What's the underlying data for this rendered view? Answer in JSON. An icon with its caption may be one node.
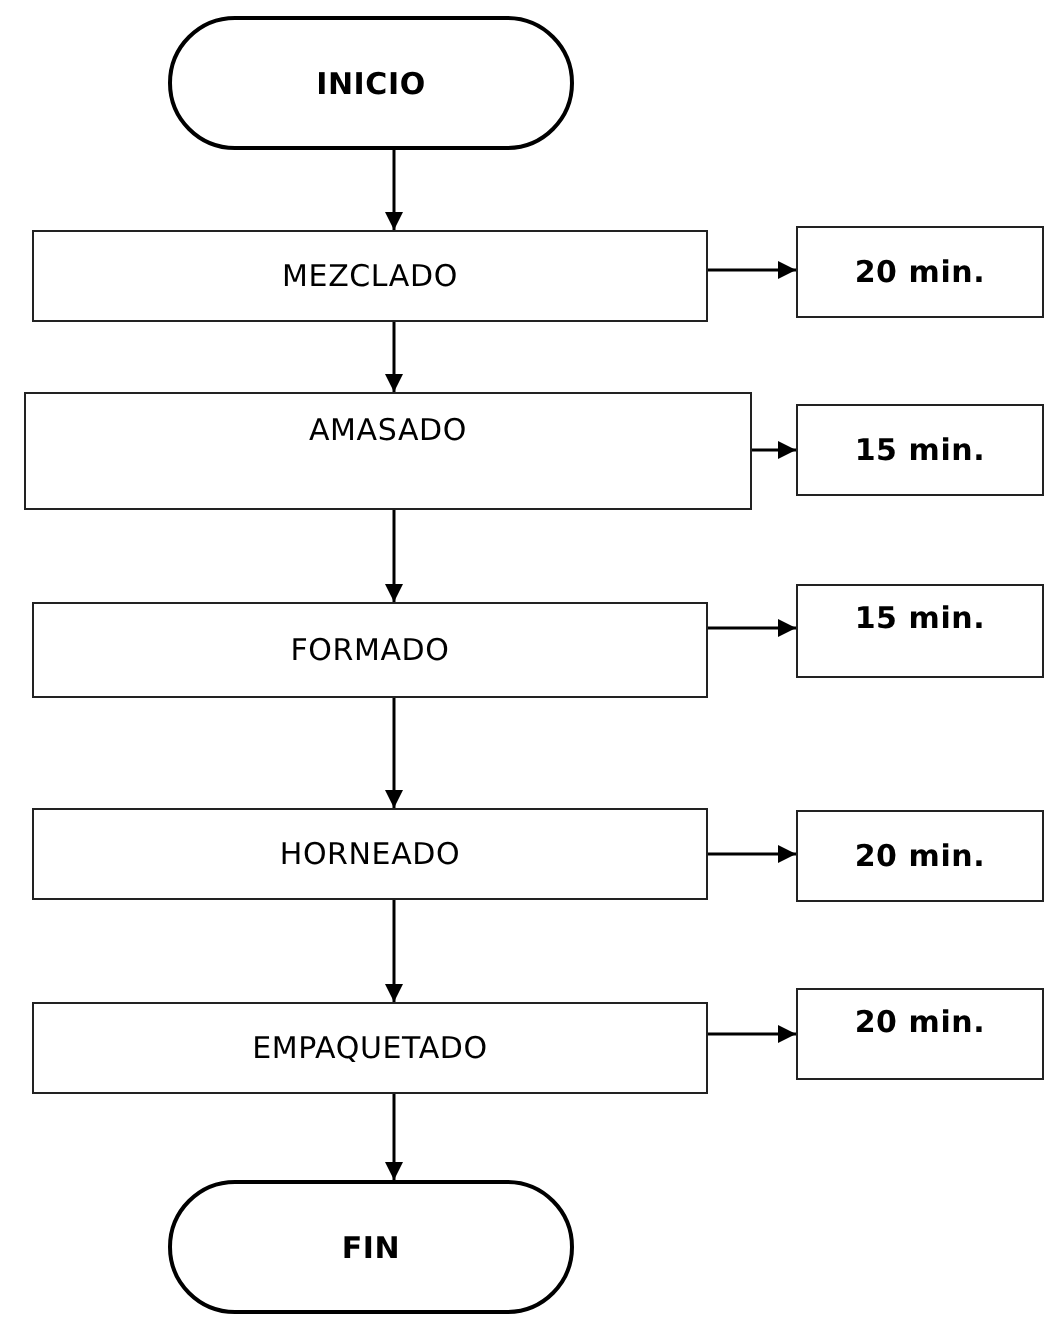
{
  "diagram": {
    "nodes": [
      {
        "text": [
          "INICIO"
        ]
      },
      {
        "text": [
          "MEZCLADO"
        ]
      },
      {
        "text": [
          "20 min."
        ]
      },
      {
        "text": [
          "AMASADO"
        ]
      },
      {
        "text": [
          "15 min."
        ]
      },
      {
        "text": [
          "FORMADO"
        ]
      },
      {
        "text": [
          "15 min."
        ]
      },
      {
        "text": [
          "HORNEADO"
        ]
      },
      {
        "text": [
          "20 min."
        ]
      },
      {
        "text": [
          "EMPAQUETADO"
        ]
      },
      {
        "text": [
          "20 min."
        ]
      },
      {
        "text": [
          "FIN"
        ]
      }
    ],
    "edges": [
      {
        "from": 0,
        "to": 1,
        "arrow": "to"
      },
      {
        "from": 1,
        "to": 2,
        "arrow": "to"
      },
      {
        "from": 1,
        "to": 3,
        "arrow": "to"
      },
      {
        "from": 3,
        "to": 4,
        "arrow": "to"
      },
      {
        "from": 3,
        "to": 5,
        "arrow": "to"
      },
      {
        "from": 5,
        "to": 6,
        "arrow": "to"
      },
      {
        "from": 5,
        "to": 7,
        "arrow": "to"
      },
      {
        "from": 7,
        "to": 8,
        "arrow": "to"
      },
      {
        "from": 7,
        "to": 9,
        "arrow": "to"
      },
      {
        "from": 9,
        "to": 10,
        "arrow": "to"
      },
      {
        "from": 9,
        "to": 11,
        "arrow": "to"
      }
    ]
  }
}
